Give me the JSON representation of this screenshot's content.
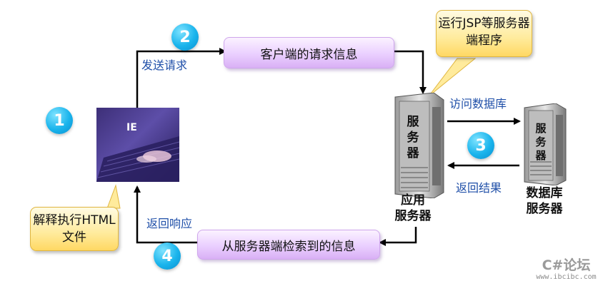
{
  "steps": {
    "one": "1",
    "two": "2",
    "three": "3",
    "four": "4"
  },
  "labels": {
    "send_request": "发送请求",
    "client_request_info": "客户端的请求信息",
    "run_jsp": "运行JSP等服务器端程序",
    "access_database": "访问数据库",
    "return_result": "返回结果",
    "return_response": "返回响应",
    "info_from_server": "从服务器端检索到的信息",
    "parse_html": "解释执行HTML文件",
    "browser": "IE",
    "app_server_line1": "应用",
    "app_server_line2": "服务器",
    "db_server_line1": "数据库",
    "db_server_line2": "服务器",
    "server_tower_text": "服务器",
    "db_tower_text": "服务器"
  },
  "watermark": {
    "brand": "C#论坛",
    "url": "www.ibcibc.com"
  }
}
